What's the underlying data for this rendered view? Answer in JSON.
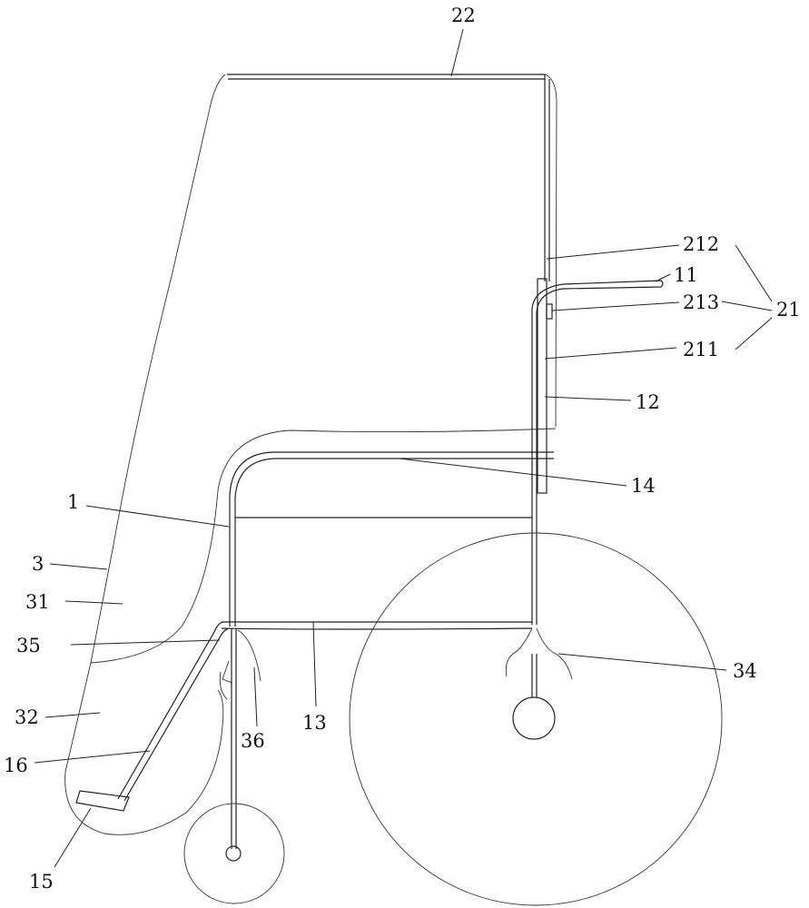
{
  "labels": {
    "l22": "22",
    "l212": "212",
    "l11": "11",
    "l213": "213",
    "l21": "21",
    "l211": "211",
    "l12": "12",
    "l14": "14",
    "l1": "1",
    "l3": "3",
    "l31": "31",
    "l35": "35",
    "l13": "13",
    "l34": "34",
    "l32": "32",
    "l36": "36",
    "l16": "16",
    "l15": "15"
  }
}
